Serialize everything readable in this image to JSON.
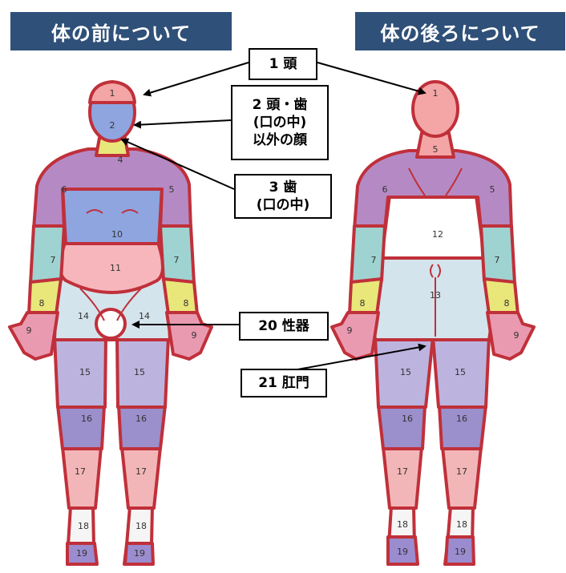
{
  "titles": {
    "front": "体の前について",
    "back": "体の後ろについて"
  },
  "callouts": {
    "c1": [
      "1 頭"
    ],
    "c2": [
      "2 頭・歯",
      "(口の中)",
      "以外の顔"
    ],
    "c3": [
      "3 歯",
      "(口の中)"
    ],
    "c20": [
      "20 性器"
    ],
    "c21": [
      "21 肛門"
    ]
  },
  "region_labels": {
    "front": [
      "1",
      "2",
      "4",
      "6",
      "5",
      "10",
      "7",
      "7",
      "11",
      "8",
      "8",
      "9",
      "9",
      "14",
      "14",
      "15",
      "15",
      "16",
      "16",
      "17",
      "17",
      "18",
      "18",
      "19",
      "19"
    ],
    "back": [
      "1",
      "5",
      "6",
      "5",
      "12",
      "7",
      "7",
      "13",
      "8",
      "8",
      "9",
      "9",
      "15",
      "15",
      "16",
      "16",
      "17",
      "17",
      "18",
      "18",
      "19",
      "19"
    ]
  },
  "colors": {
    "title_bg": "#2f5078",
    "outline": "#c0303a",
    "head": "#f4a5a5",
    "torso_purple": "#b58ac4",
    "chest_blue": "#8fa5e0",
    "arm_teal": "#9ed3d1",
    "wrist_yellow": "#e9e77a",
    "hand_pink": "#e99ab0",
    "abdomen_pink": "#f6b6bc",
    "hip_lightblue": "#d4e4ec",
    "thigh_lavender": "#bcb4de",
    "knee_purple": "#9b8fcc",
    "shin_pink": "#f3b6b8",
    "foot_white": "#f5f5f5",
    "sole_purple": "#9b8ccf",
    "back_white": "#ffffff"
  }
}
